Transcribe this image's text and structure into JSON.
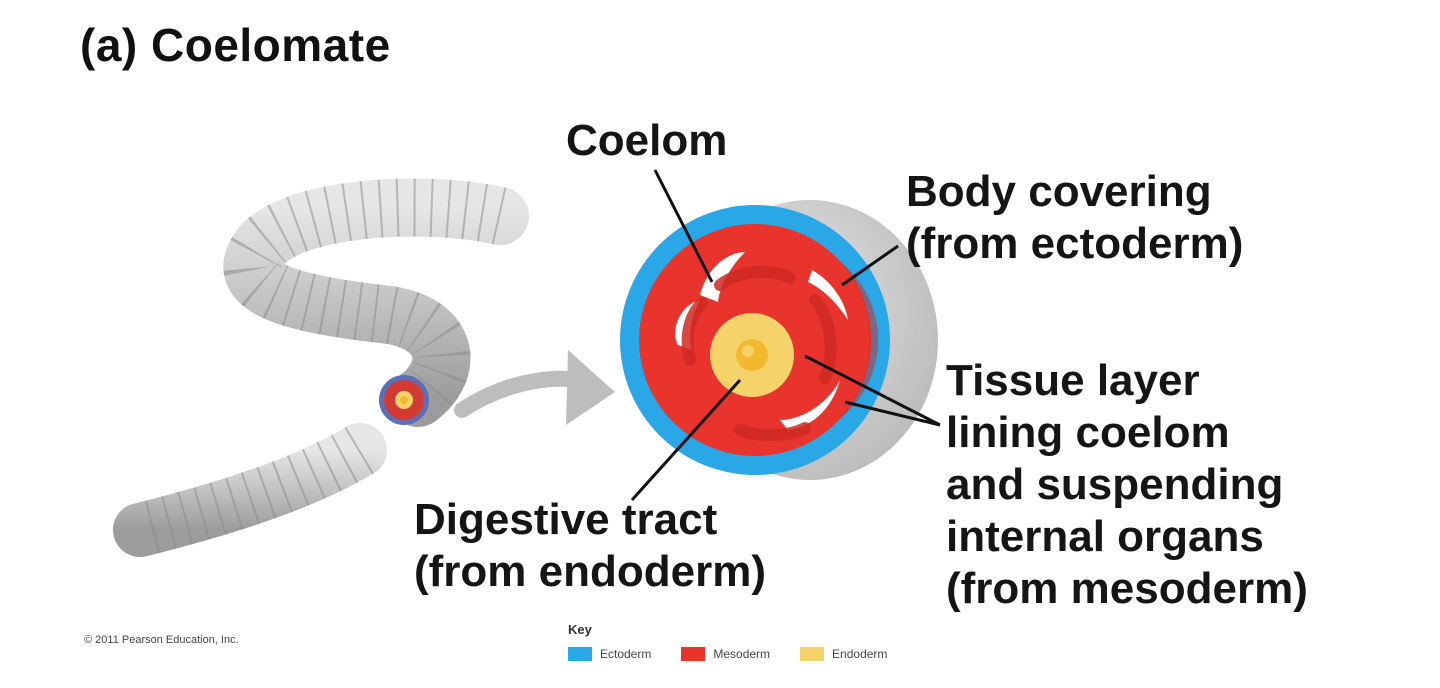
{
  "title": "(a) Coelomate",
  "labels": {
    "coelom": "Coelom",
    "body_covering": [
      "Body covering",
      "(from ectoderm)"
    ],
    "tissue_layer": [
      "Tissue layer",
      "lining coelom",
      "and suspending",
      "internal organs",
      "(from mesoderm)"
    ],
    "digestive_tract": [
      "Digestive tract",
      "(from endoderm)"
    ]
  },
  "copyright": "© 2011 Pearson Education, Inc.",
  "key": {
    "title": "Key",
    "items": [
      {
        "label": "Ectoderm",
        "color": "#2aa7e6"
      },
      {
        "label": "Mesoderm",
        "color": "#e8342c"
      },
      {
        "label": "Endoderm",
        "color": "#f5d36a"
      }
    ]
  },
  "colors": {
    "worm": "#c4c4c4",
    "arrow": "#bdbdbd",
    "ectoderm": "#2aa7e6",
    "mesoderm": "#e8342c",
    "mesoderm_dark": "#c8281f",
    "endoderm": "#f5d36a",
    "endoderm_inner": "#f3b92e"
  }
}
